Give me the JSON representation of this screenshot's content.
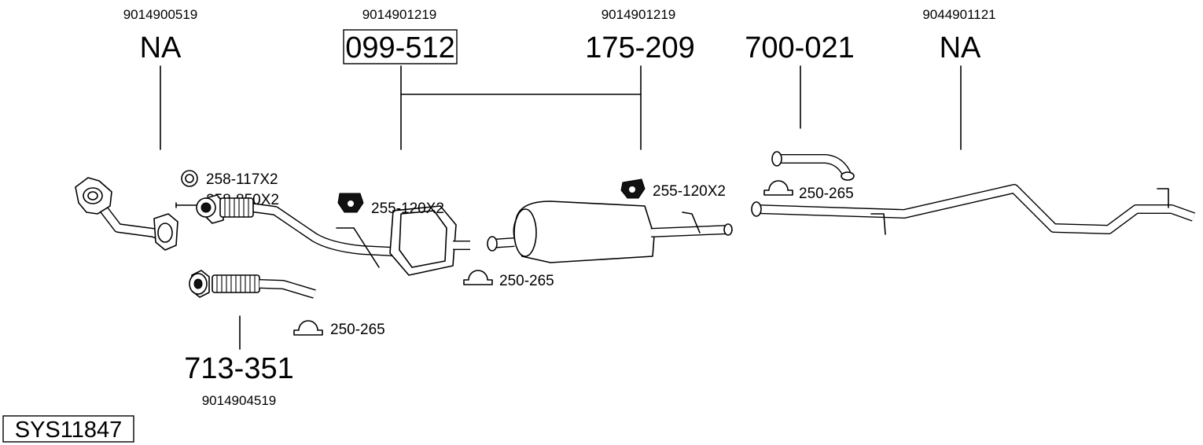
{
  "system_code": "SYS11847",
  "oem_numbers": {
    "col1": "9014900519",
    "col2": "9014901219",
    "col3": "9014901219",
    "col5": "9044901121",
    "bottom": "9014904519"
  },
  "part_numbers": {
    "col1": "NA",
    "col2": "099-512",
    "col3": "175-209",
    "col4": "700-021",
    "col5": "NA",
    "bottom": "713-351"
  },
  "accessories": {
    "gasket": "258-117X2",
    "bolt": "258-850X2",
    "mount1": "255-120X2",
    "mount2": "255-120X2",
    "clamp1": "250-265",
    "clamp2": "250-265",
    "clamp3": "250-265"
  }
}
